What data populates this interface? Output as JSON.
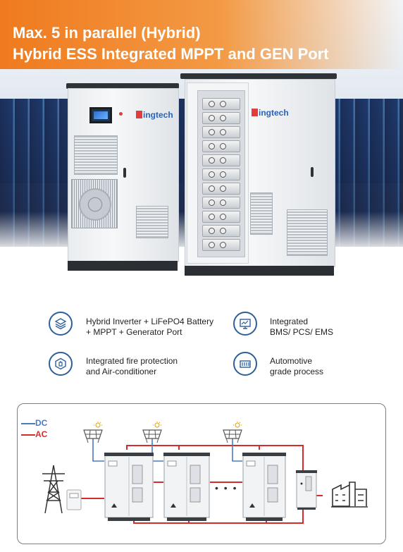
{
  "banner": {
    "line1": "Max. 5 in parallel (Hybrid)",
    "line2": "Hybrid ESS Integrated MPPT and GEN Port"
  },
  "brand": {
    "name": "ingtech"
  },
  "features": [
    {
      "icon": "layers-icon",
      "line1": "Hybrid Inverter + LiFePO4 Battery",
      "line2": "+ MPPT + Generator Port"
    },
    {
      "icon": "monitor-icon",
      "line1": "Integrated",
      "line2": "BMS/ PCS/ EMS"
    },
    {
      "icon": "fire-protection-icon",
      "line1": "Integrated fire protection",
      "line2": "and Air-conditioner"
    },
    {
      "icon": "battery-module-icon",
      "line1": "Automotive",
      "line2": "grade process"
    }
  ],
  "legend": {
    "dc": "DC",
    "ac": "AC"
  },
  "diagram": {
    "ellipsis": "• • •"
  },
  "colors": {
    "banner": "#f07a1e",
    "icon": "#2d5f9a",
    "dc": "#4a7bbd",
    "ac": "#d62b2b"
  }
}
